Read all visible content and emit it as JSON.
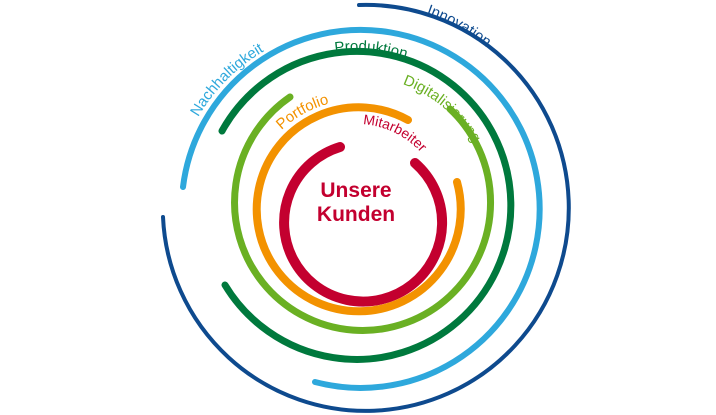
{
  "center": {
    "line1": "Unsere",
    "line2": "Kunden",
    "color": "#c3002f"
  },
  "rings": [
    {
      "label": "Mitarbeiter",
      "color": "#c3002f"
    },
    {
      "label": "Portfolio",
      "color": "#f39200"
    },
    {
      "label": "Digitalisierung",
      "color": "#6ab023"
    },
    {
      "label": "Produktion",
      "color": "#00793d"
    },
    {
      "label": "Nachhaltigkeit",
      "color": "#2ea8dc"
    },
    {
      "label": "Innovation",
      "color": "#0e4a8e"
    }
  ]
}
